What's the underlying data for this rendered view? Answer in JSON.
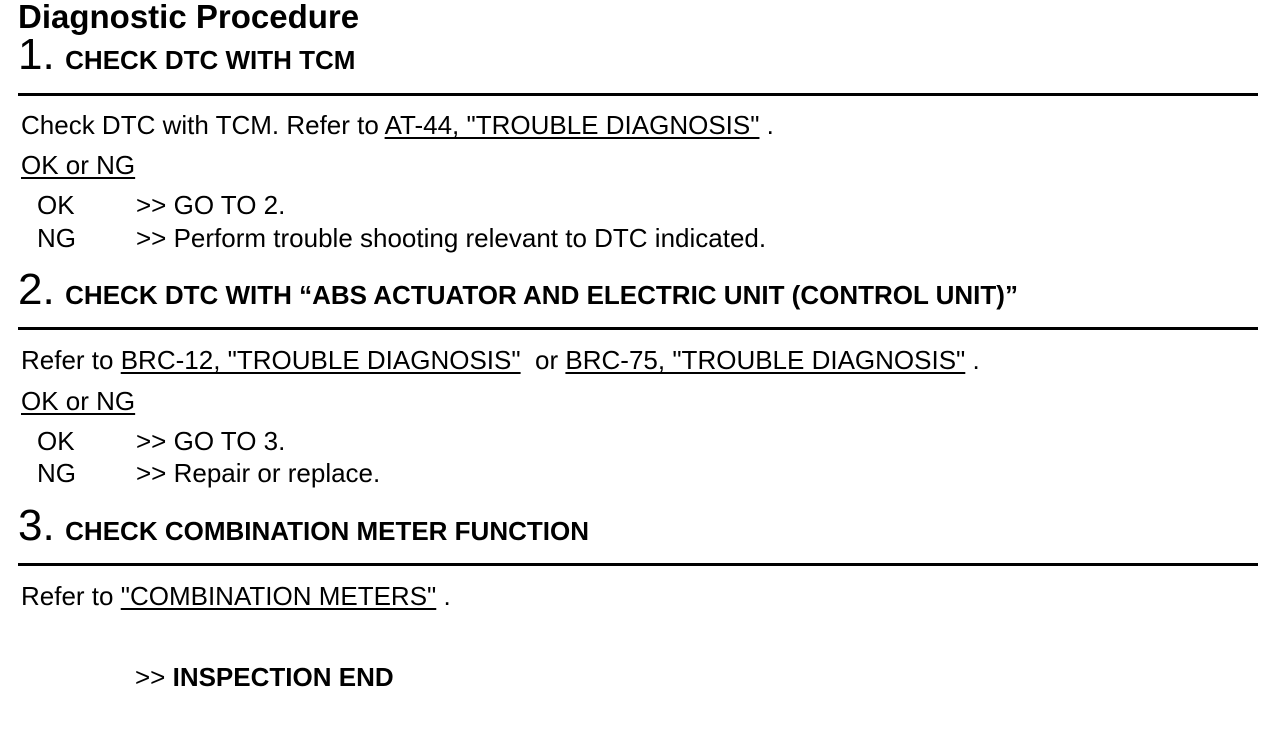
{
  "title": "Diagnostic Procedure",
  "steps": [
    {
      "number": "1.",
      "heading": "CHECK DTC WITH TCM",
      "text_before": "Check DTC with TCM. Refer to ",
      "link1": "AT-44, \"TROUBLE DIAGNOSIS\"",
      "text_after": " .",
      "okng_label": "OK or NG",
      "results": [
        {
          "code": "OK",
          "action": ">> GO TO 2."
        },
        {
          "code": "NG",
          "action": ">> Perform trouble shooting relevant to DTC indicated."
        }
      ]
    },
    {
      "number": "2.",
      "heading": "CHECK DTC WITH “ABS ACTUATOR AND ELECTRIC UNIT (CONTROL UNIT)”",
      "text_before": "Refer to ",
      "link1": "BRC-12, \"TROUBLE DIAGNOSIS\"",
      "text_middle": "  or ",
      "link2": "BRC-75, \"TROUBLE DIAGNOSIS\"",
      "text_after": " .",
      "okng_label": "OK or NG",
      "results": [
        {
          "code": "OK",
          "action": ">> GO TO 3."
        },
        {
          "code": "NG",
          "action": ">> Repair or replace."
        }
      ]
    },
    {
      "number": "3.",
      "heading": "CHECK COMBINATION METER FUNCTION",
      "text_before": "Refer to ",
      "link1": "\"COMBINATION METERS\"",
      "text_after": " .",
      "end_prefix": ">> ",
      "end_label": "INSPECTION END"
    }
  ]
}
